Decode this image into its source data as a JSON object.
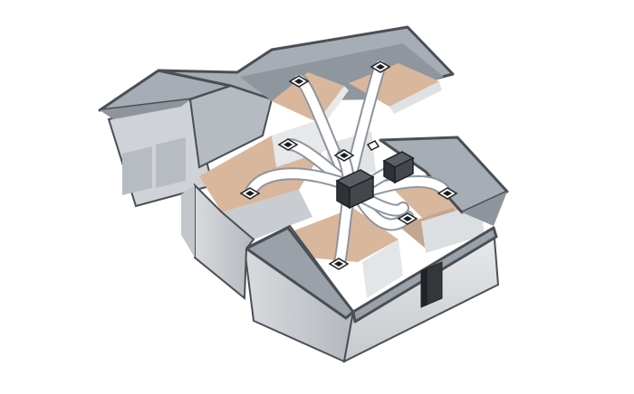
{
  "diagram": {
    "subject": "ducted-ventilation-system",
    "components": {
      "house": "house-cutaway",
      "units": [
        "ventilation-unit",
        "ventilation-unit"
      ],
      "wall_panel": "wall-control-panel",
      "ceiling_outlets": 9
    },
    "colors": {
      "background": "#ffffff",
      "roof": "#a7adb4",
      "roof_edge": "#4a4f55",
      "wall_light": "#e6e8ea",
      "wall_mid": "#c9ccd0",
      "floor": "#d9b79d",
      "duct": "#ffffff",
      "unit": "#3a3d42"
    }
  }
}
